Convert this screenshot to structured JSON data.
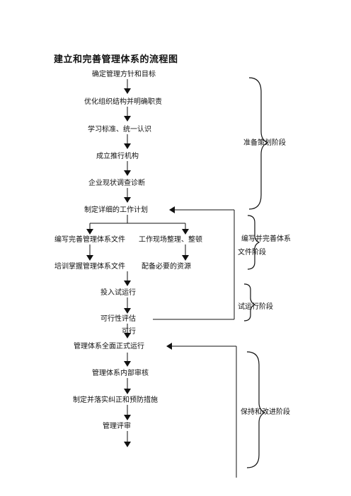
{
  "title": "建立和完善管理体系的流程图",
  "steps": {
    "s1": "确定管理方针和目标",
    "s2": "优化组织结构并明确职责",
    "s3": "学习标准、统一认识",
    "s4": "成立推行机构",
    "s5": "企业现状调查诊断",
    "s6": "制定详细的工作计划",
    "s7a": "编写完善管理体系文件",
    "s7b": "工作现场整理、整顿",
    "s8a": "培训掌握管理体系文件",
    "s8b": "配备必要的资源",
    "s9": "投入试运行",
    "s10": "可行性评估",
    "s10_note": "可行",
    "s11": "管理体系全面正式运行",
    "s12": "管理体系内部审核",
    "s13": "制定并落实纠正和预防措施",
    "s14": "管理评审"
  },
  "phases": {
    "p1": "准备策划阶段",
    "p2_line1": "编写并完善体系",
    "p2_line2": "文件阶段",
    "p3": "试运行阶段",
    "p4": "保持和改进阶段"
  }
}
